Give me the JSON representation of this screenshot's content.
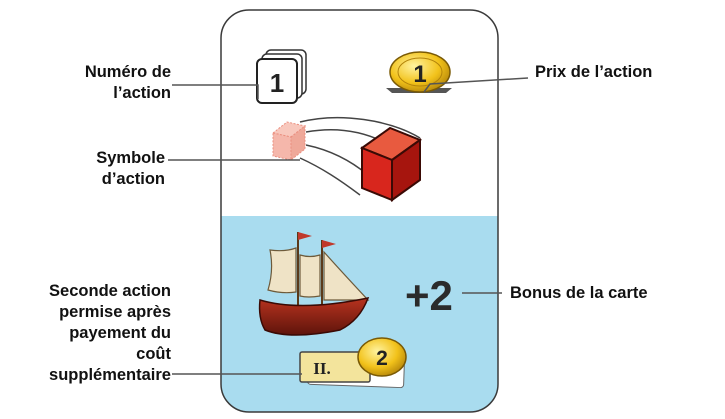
{
  "labels": {
    "action_number": [
      "Numéro de",
      "l’action"
    ],
    "action_price": "Prix de l’action",
    "action_symbol": [
      "Symbole",
      "d’action"
    ],
    "card_bonus": "Bonus de la carte",
    "second_action": [
      "Seconde action",
      "permise après",
      "payement du",
      "coût",
      "supplémentaire"
    ]
  },
  "card": {
    "action_number_value": "1",
    "price_value": "1",
    "bonus_value": "+2",
    "second_action_roman": "II.",
    "second_action_cost": "2"
  },
  "colors": {
    "card_top": "#ffffff",
    "card_bottom": "#a9dcef",
    "cube_red": "#d8261d",
    "coin_gold": "#f2c21a",
    "ship_hull": "#8a1e12",
    "sail": "#efe3c6"
  }
}
